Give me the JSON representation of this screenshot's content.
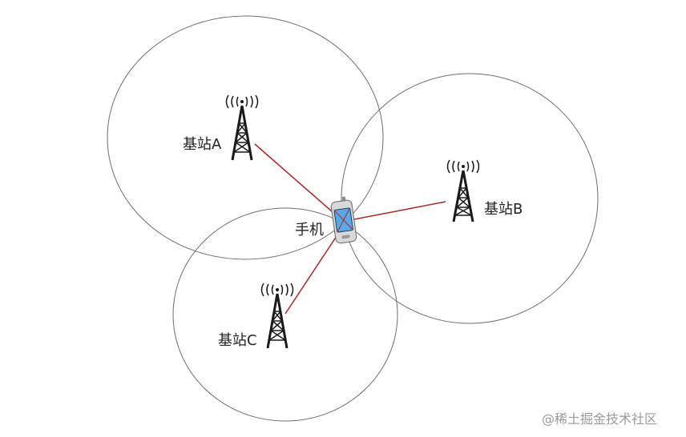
{
  "labels": {
    "station_a": "基站A",
    "station_b": "基站B",
    "station_c": "基站C",
    "phone": "手机"
  },
  "watermark": "@稀土掘金技术社区",
  "colors": {
    "circle": "#6e6e6e",
    "link": "#a52a2a",
    "tower": "#1a1a1a",
    "phone_screen": "#5aa9e6"
  }
}
